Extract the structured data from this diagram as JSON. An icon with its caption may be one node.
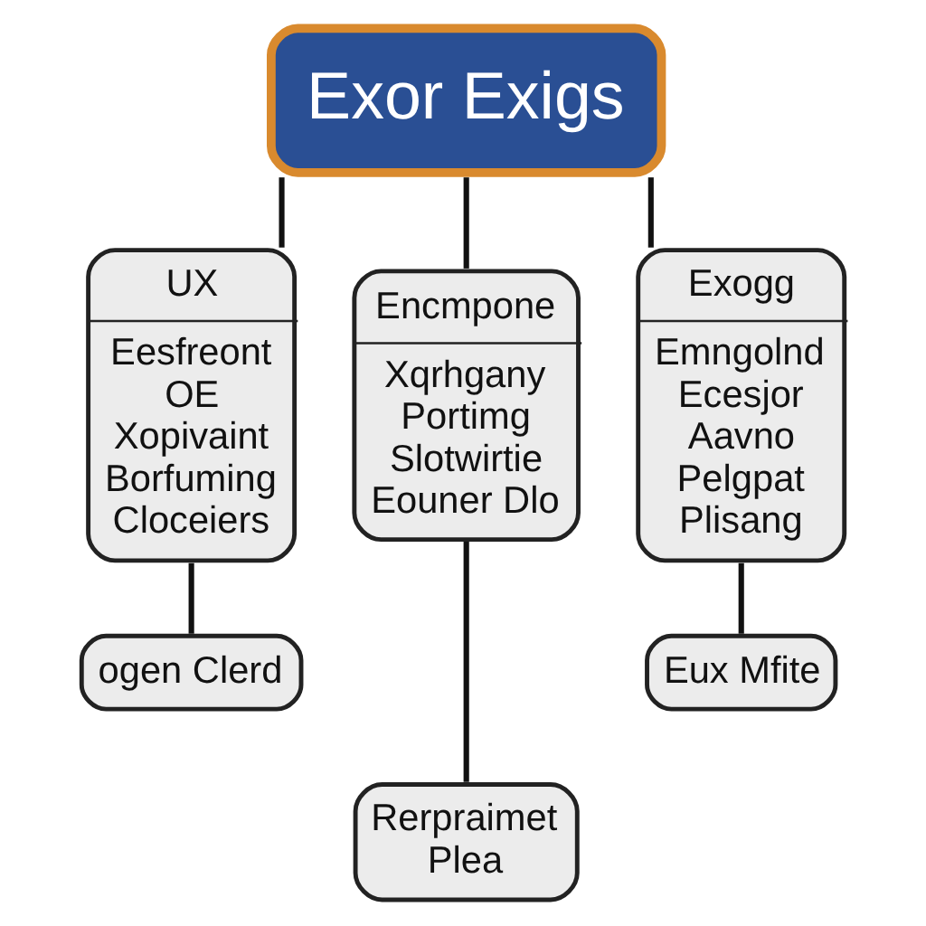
{
  "diagram": {
    "nodes": [
      {
        "text": [
          "Exor Exigs"
        ]
      },
      {
        "text": [
          "UX",
          "Eesfreont OE Xopivaint Borfuming Cloceiers"
        ]
      },
      {
        "text": [
          "Encmpone",
          "Xqrhgany Portimg Slotwirtie Eouner Dlo"
        ]
      },
      {
        "text": [
          "Exogg",
          "Emngolnd Ecesjor Aavno Pelgpat Plisang"
        ]
      },
      {
        "text": [
          "ogen Clerd"
        ]
      },
      {
        "text": [
          "Rerpraimet Plea"
        ]
      },
      {
        "text": [
          "Eux Mfite"
        ]
      }
    ],
    "edges": [
      {
        "from": 0,
        "to": 1,
        "arrow": "none"
      },
      {
        "from": 0,
        "to": 2,
        "arrow": "none"
      },
      {
        "from": 0,
        "to": 3,
        "arrow": "none"
      },
      {
        "from": 1,
        "to": 4,
        "arrow": "none"
      },
      {
        "from": 2,
        "to": 5,
        "arrow": "none"
      },
      {
        "from": 3,
        "to": 6,
        "arrow": "none"
      }
    ]
  }
}
